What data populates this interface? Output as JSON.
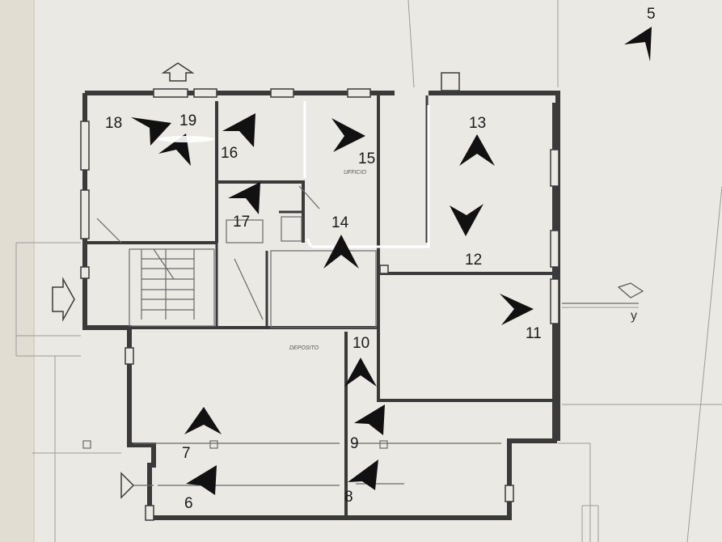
{
  "markers": [
    {
      "id": "m5",
      "label": "5"
    },
    {
      "id": "m6",
      "label": "6"
    },
    {
      "id": "m7",
      "label": "7"
    },
    {
      "id": "m8",
      "label": "8"
    },
    {
      "id": "m9",
      "label": "9"
    },
    {
      "id": "m10",
      "label": "10"
    },
    {
      "id": "m11",
      "label": "11"
    },
    {
      "id": "m12",
      "label": "12"
    },
    {
      "id": "m13",
      "label": "13"
    },
    {
      "id": "m14",
      "label": "14"
    },
    {
      "id": "m15",
      "label": "15"
    },
    {
      "id": "m16",
      "label": "16"
    },
    {
      "id": "m17",
      "label": "17"
    },
    {
      "id": "m18",
      "label": "18"
    },
    {
      "id": "m19",
      "label": "19"
    }
  ],
  "annotations": {
    "ufficio": "UFFICIO",
    "deposito": "DEPOSITO",
    "axis_y": "y"
  },
  "colors": {
    "paper": "#ebe9e4",
    "wall": "#3a3a3a",
    "marker": "#111111",
    "highlight": "#ffffff"
  }
}
